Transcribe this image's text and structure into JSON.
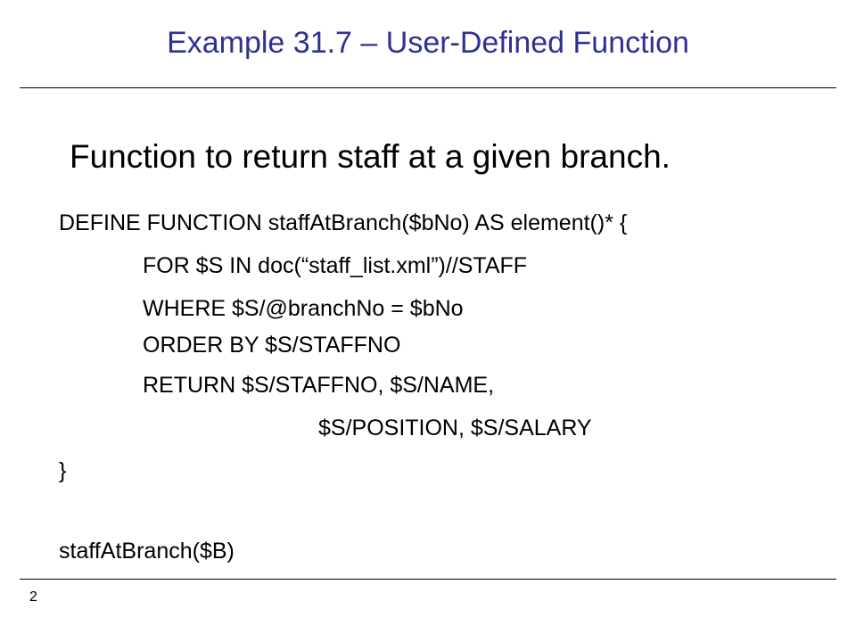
{
  "slide": {
    "title": "Example 31.7 – User-Defined Function",
    "subtitle": "Function to return staff at a given branch.",
    "code": [
      "DEFINE FUNCTION staffAtBranch($bNo) AS element()* {",
      "FOR $S IN doc(“staff_list.xml”)//STAFF",
      "WHERE $S/@branchNo = $bNo",
      "ORDER BY $S/STAFFNO",
      "RETURN $S/STAFFNO, $S/NAME,",
      "$S/POSITION, $S/SALARY",
      "}",
      "staffAtBranch($B)"
    ],
    "page_number": "2",
    "colors": {
      "title": "#2e3192",
      "text": "#000000",
      "background": "#ffffff"
    }
  }
}
